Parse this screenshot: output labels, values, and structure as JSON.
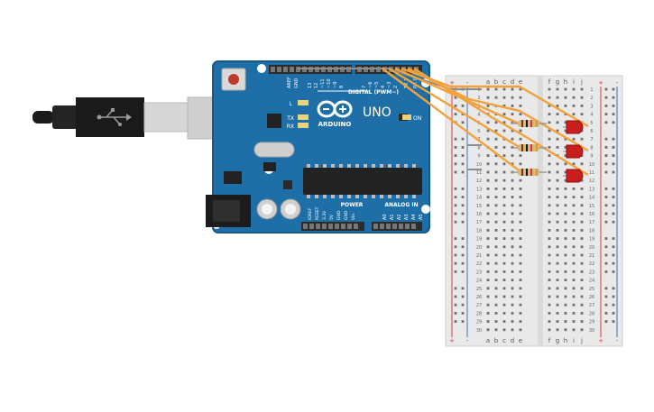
{
  "arduino": {
    "brand": "ARDUINO",
    "model": "UNO",
    "digital_header": "DIGITAL (PWM~)",
    "power_header": "POWER",
    "analog_header": "ANALOG IN",
    "led_l": "L",
    "led_tx": "TX",
    "led_rx": "RX",
    "on_label": "ON",
    "digital_pins": [
      "AREF",
      "GND",
      "13",
      "12",
      "~11",
      "~10",
      "~9",
      "8",
      "7",
      "~6",
      "~5",
      "4",
      "~3",
      "2",
      "TX 1",
      "RX 0"
    ],
    "power_pins": [
      "IOREF",
      "RESET",
      "3.3V",
      "5V",
      "GND",
      "GND",
      "Vin"
    ],
    "analog_pins": [
      "A0",
      "A1",
      "A2",
      "A3",
      "A4",
      "A5"
    ],
    "colors": {
      "board": "#1e6fa8",
      "board_edge": "#15598b",
      "chip": "#222222",
      "header": "#2b2b2b"
    }
  },
  "usb_cable": {
    "icon": "usb-icon"
  },
  "breadboard": {
    "columns_left": [
      "a",
      "b",
      "c",
      "d",
      "e"
    ],
    "columns_right": [
      "f",
      "g",
      "h",
      "i",
      "j"
    ],
    "row_count": 30,
    "rail_plus": "+",
    "rail_minus": "-",
    "colors": {
      "body": "#e9e9e9",
      "rail_red": "#d23b3b",
      "rail_blue": "#3a6fc4"
    }
  },
  "components": {
    "resistors": 3,
    "leds": 3,
    "led_color": "#c81e1e",
    "wire_color": "#f2a23a"
  }
}
